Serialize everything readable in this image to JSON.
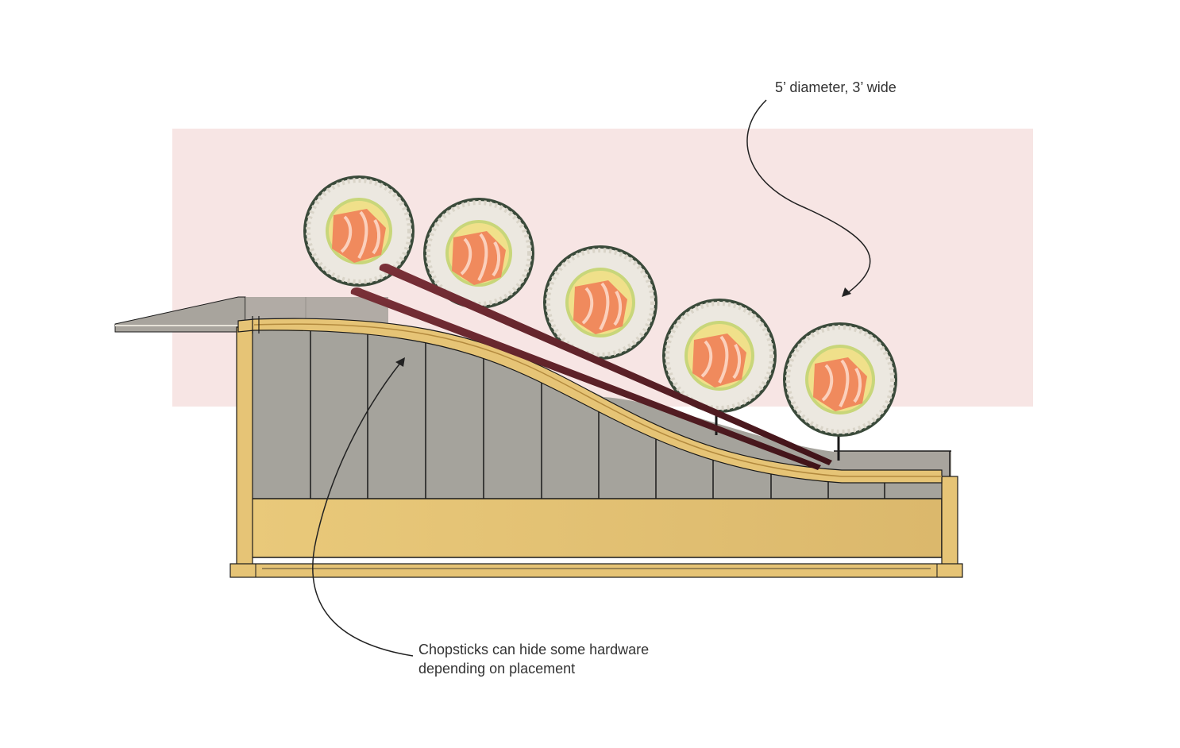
{
  "annotations": {
    "roll_size": "5’ diameter, 3’ wide",
    "chopsticks_line1": "Chopsticks can hide some hardware",
    "chopsticks_line2": "depending on placement"
  },
  "colors": {
    "backdrop": "#f7e5e4",
    "wood": "#e6c476",
    "wood_dark": "#c9a45a",
    "panel": "#a5a39c",
    "panel_line": "#1a1a1a",
    "canopy": "#a8a49d",
    "chopstick": "#5a1f25",
    "salmon": "#f08a5d",
    "rice": "#ece8e0",
    "seaweed": "#3a4a3a",
    "avocado": "#c8d67a",
    "annotation_text": "#333333"
  },
  "sushi_count": 5
}
